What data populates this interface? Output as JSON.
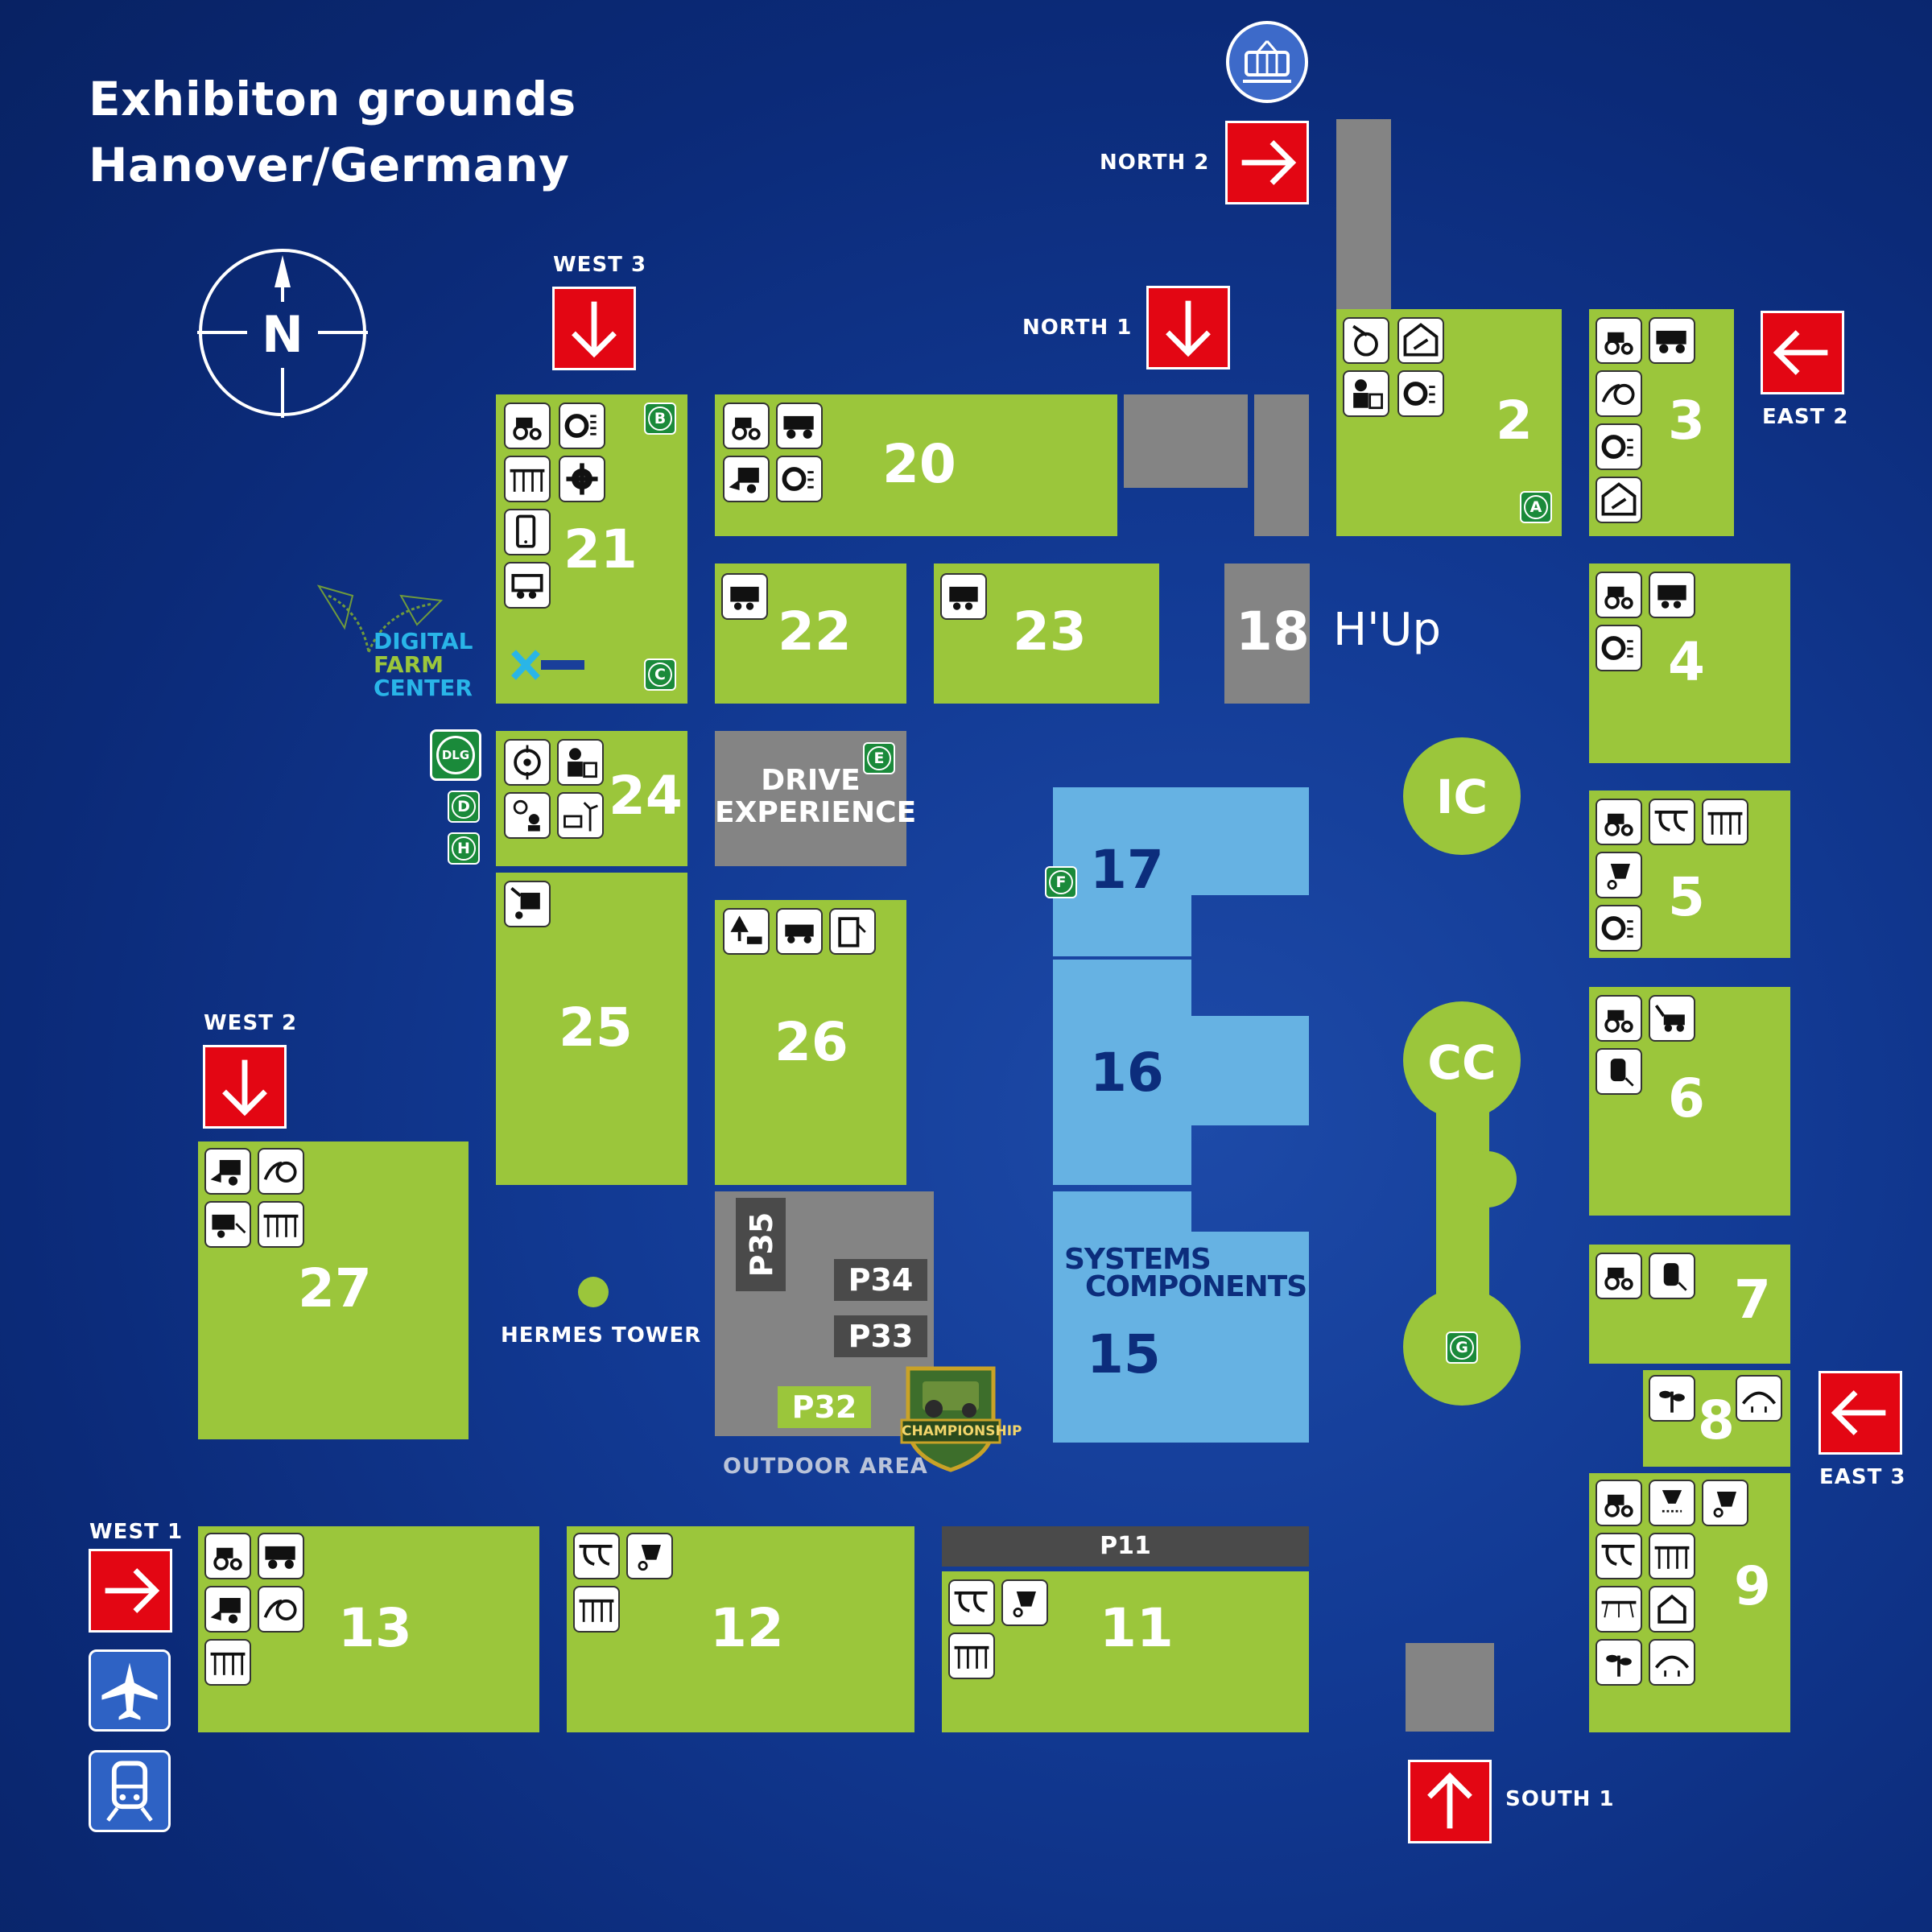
{
  "title": {
    "line1": "Exhibiton grounds",
    "line2": "Hanover/Germany"
  },
  "compass": {
    "letter": "N"
  },
  "entrances": {
    "north2": "NORTH 2",
    "north1": "NORTH 1",
    "west3": "WEST 3",
    "west2": "WEST 2",
    "west1": "WEST 1",
    "east2": "EAST 2",
    "east3": "EAST 3",
    "south1": "SOUTH 1"
  },
  "halls": {
    "h2": "2",
    "h3": "3",
    "h4": "4",
    "h5": "5",
    "h6": "6",
    "h7": "7",
    "h8": "8",
    "h9": "9",
    "h11": "11",
    "h12": "12",
    "h13": "13",
    "h15": "15",
    "h16": "16",
    "h17": "17",
    "h18": "18",
    "h20": "20",
    "h21": "21",
    "h22": "22",
    "h23": "23",
    "h24": "24",
    "h25": "25",
    "h26": "26",
    "h27": "27"
  },
  "areas": {
    "hup": "H'Up",
    "ic": "IC",
    "cc": "CC",
    "drive_line1": "DRIVE",
    "drive_line2": "EXPERIENCE",
    "digital_line1": "DIGITAL",
    "digital_line2": "FARM",
    "digital_line3": "CENTER",
    "hermes": "HERMES TOWER",
    "outdoor": "OUTDOOR AREA",
    "systems_line1": "SYSTEMS",
    "systems_line2": "COMPONENTS",
    "dlg": "DLG",
    "championship": "CHAMPIONSHIP"
  },
  "parking": {
    "p11": "P11",
    "p32": "P32",
    "p33": "P33",
    "p34": "P34",
    "p35": "P35"
  },
  "badges": {
    "a": "A",
    "b": "B",
    "c": "C",
    "d": "D",
    "e": "E",
    "f": "F",
    "g": "G",
    "h": "H"
  },
  "colors": {
    "background": "#0b2a78",
    "hall": "#9bc63b",
    "systems_hall": "#66b2e3",
    "parking": "#848484",
    "entrance": "#e30613"
  }
}
